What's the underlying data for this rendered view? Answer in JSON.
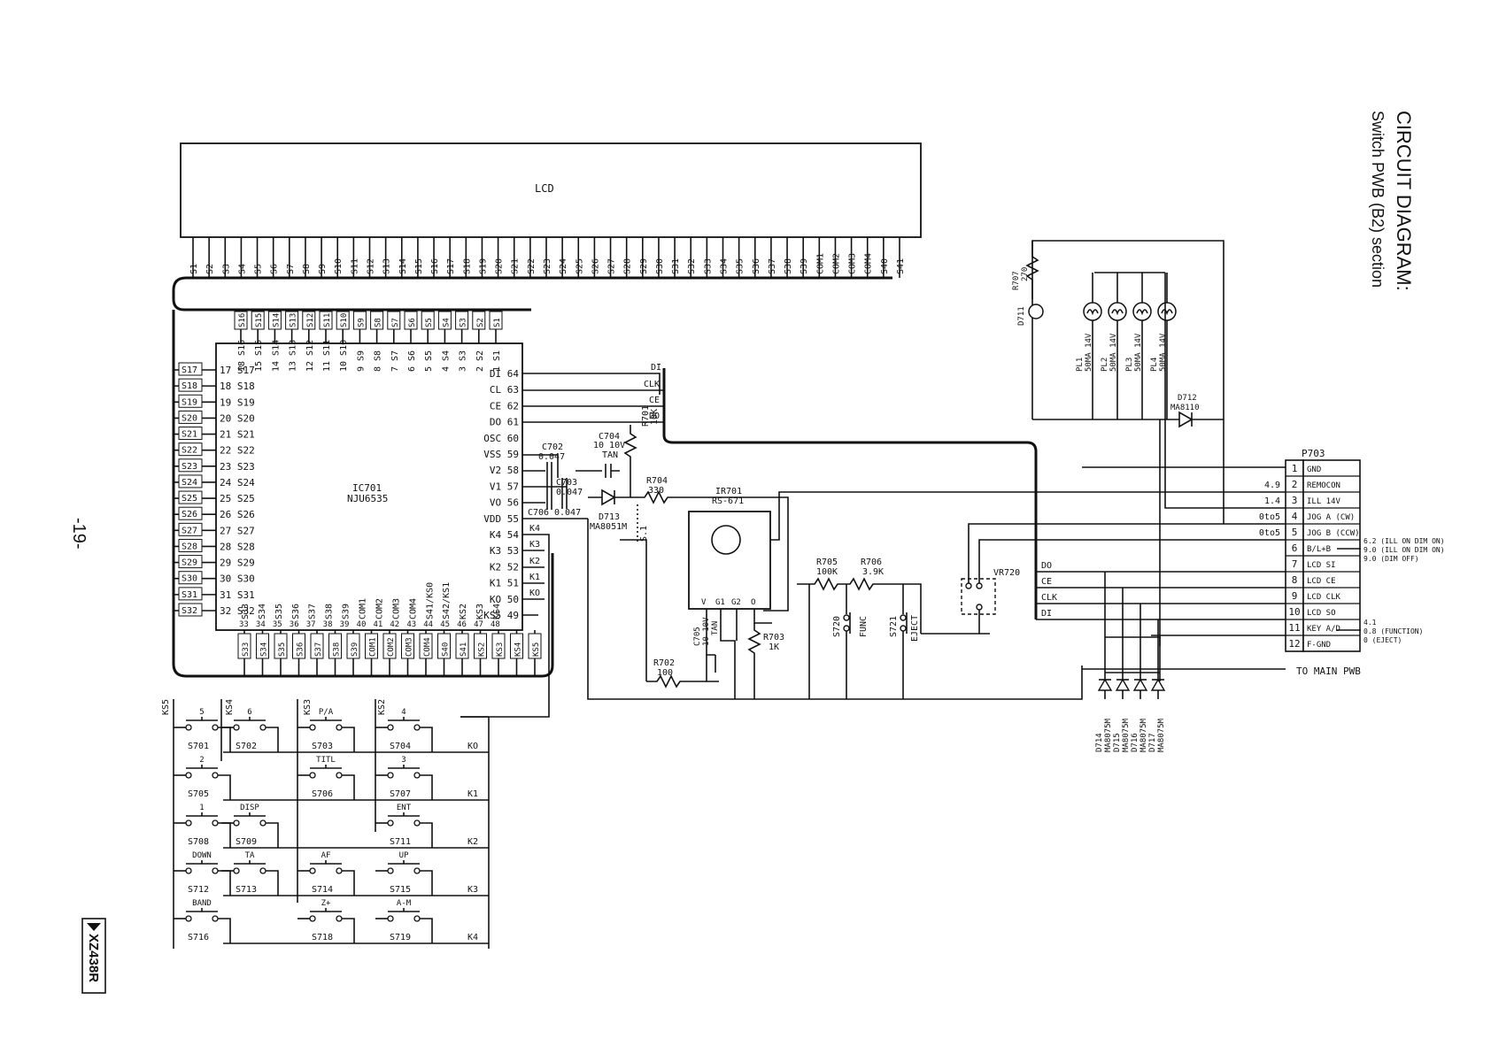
{
  "title": {
    "line1": "CIRCUIT DIAGRAM:",
    "line2": "Switch PWB (B2) section"
  },
  "page_number": "-19-",
  "model_code": "XZ438R",
  "lcd": {
    "label": "LCD",
    "pins": [
      "S1",
      "S2",
      "S3",
      "S4",
      "S5",
      "S6",
      "S7",
      "S8",
      "S9",
      "S10",
      "S11",
      "S12",
      "S13",
      "S14",
      "S15",
      "S16",
      "S17",
      "S18",
      "S19",
      "S20",
      "S21",
      "S22",
      "S23",
      "S24",
      "S25",
      "S26",
      "S27",
      "S28",
      "S29",
      "S30",
      "S31",
      "S32",
      "S33",
      "S34",
      "S35",
      "S36",
      "S37",
      "S38",
      "S39",
      "COM1",
      "COM2",
      "COM3",
      "COM4",
      "S40",
      "S41"
    ]
  },
  "ic": {
    "ref": "IC701",
    "part": "NJU6535",
    "top_pins": [
      {
        "n": "18",
        "s": "S16"
      },
      {
        "n": "15",
        "s": "S15"
      },
      {
        "n": "14",
        "s": "S14"
      },
      {
        "n": "13",
        "s": "S13"
      },
      {
        "n": "12",
        "s": "S12"
      },
      {
        "n": "11",
        "s": "S11"
      },
      {
        "n": "10",
        "s": "S10"
      },
      {
        "n": "9",
        "s": "S9"
      },
      {
        "n": "8",
        "s": "S8"
      },
      {
        "n": "7",
        "s": "S7"
      },
      {
        "n": "6",
        "s": "S6"
      },
      {
        "n": "5",
        "s": "S5"
      },
      {
        "n": "4",
        "s": "S4"
      },
      {
        "n": "3",
        "s": "S3"
      },
      {
        "n": "2",
        "s": "S2"
      },
      {
        "n": "1",
        "s": "S1"
      }
    ],
    "left_pins": [
      {
        "n": "17",
        "s": "S17"
      },
      {
        "n": "18",
        "s": "S18"
      },
      {
        "n": "19",
        "s": "S19"
      },
      {
        "n": "20",
        "s": "S20"
      },
      {
        "n": "21",
        "s": "S21"
      },
      {
        "n": "22",
        "s": "S22"
      },
      {
        "n": "23",
        "s": "S23"
      },
      {
        "n": "24",
        "s": "S24"
      },
      {
        "n": "25",
        "s": "S25"
      },
      {
        "n": "26",
        "s": "S26"
      },
      {
        "n": "27",
        "s": "S27"
      },
      {
        "n": "28",
        "s": "S28"
      },
      {
        "n": "29",
        "s": "S29"
      },
      {
        "n": "30",
        "s": "S30"
      },
      {
        "n": "31",
        "s": "S31"
      },
      {
        "n": "32",
        "s": "S32"
      }
    ],
    "bottom_pins": [
      {
        "n": "33",
        "s": "S33"
      },
      {
        "n": "34",
        "s": "S34"
      },
      {
        "n": "35",
        "s": "S35"
      },
      {
        "n": "36",
        "s": "S36"
      },
      {
        "n": "37",
        "s": "S37"
      },
      {
        "n": "38",
        "s": "S38"
      },
      {
        "n": "39",
        "s": "S39"
      },
      {
        "n": "40",
        "s": "COM1"
      },
      {
        "n": "41",
        "s": "COM2"
      },
      {
        "n": "42",
        "s": "COM3"
      },
      {
        "n": "43",
        "s": "COM4"
      },
      {
        "n": "44",
        "s": "S41/KS0"
      },
      {
        "n": "45",
        "s": "S42/KS1"
      },
      {
        "n": "46",
        "s": "KS2"
      },
      {
        "n": "47",
        "s": "KS3"
      },
      {
        "n": "48",
        "s": "KS4"
      }
    ],
    "right_pins": [
      {
        "s": "DI",
        "n": "64"
      },
      {
        "s": "CL",
        "n": "63"
      },
      {
        "s": "CE",
        "n": "62"
      },
      {
        "s": "DO",
        "n": "61"
      },
      {
        "s": "OSC",
        "n": "60"
      },
      {
        "s": "VSS",
        "n": "59"
      },
      {
        "s": "V2",
        "n": "58"
      },
      {
        "s": "V1",
        "n": "57"
      },
      {
        "s": "VO",
        "n": "56"
      },
      {
        "s": "VDD",
        "n": "55"
      },
      {
        "s": "K4",
        "n": "54"
      },
      {
        "s": "K3",
        "n": "53"
      },
      {
        "s": "K2",
        "n": "52"
      },
      {
        "s": "K1",
        "n": "51"
      },
      {
        "s": "KO",
        "n": "50"
      },
      {
        "s": "KS5",
        "n": "49"
      }
    ],
    "bottom_bus": [
      "S33",
      "S34",
      "S35",
      "S36",
      "S37",
      "S38",
      "S39",
      "COM1",
      "COM2",
      "COM3",
      "COM4",
      "S40",
      "S41",
      "KS2",
      "KS3",
      "KS4",
      "KS5"
    ]
  },
  "signals": {
    "di": "DI",
    "clk": "CLK",
    "ce": "CE",
    "do": "DO",
    "k4": "K4",
    "k3": "K3",
    "k2": "K2",
    "k1": "K1",
    "k0": "KO",
    "ks5": "KS5",
    "ks4": "KS4",
    "ks3": "KS3",
    "ks2": "KS2",
    "row0": "KO",
    "row1": "K1",
    "row2": "K2",
    "row3": "K3",
    "row4": "K4",
    "s1": "S.1"
  },
  "components": {
    "c702": {
      "ref": "C702",
      "val": "0.047"
    },
    "c703": {
      "ref": "C703",
      "val": "0.047"
    },
    "c706": {
      "ref": "C706",
      "val": "0.047"
    },
    "c704": {
      "ref": "C704",
      "val": "10 10V",
      "type": "TAN"
    },
    "c705": {
      "ref": "C705",
      "val": "10 10V",
      "type": "TAN"
    },
    "r701": {
      "ref": "R701",
      "val": "10K"
    },
    "r702": {
      "ref": "R702",
      "val": "100"
    },
    "r703": {
      "ref": "R703",
      "val": "1K"
    },
    "r704": {
      "ref": "R704",
      "val": "330"
    },
    "r705": {
      "ref": "R705",
      "val": "100K"
    },
    "r706": {
      "ref": "R706",
      "val": "3.9K"
    },
    "r707": {
      "ref": "R707",
      "val": "270"
    },
    "d711": {
      "ref": "D711"
    },
    "d712": {
      "ref": "D712",
      "val": "MA8110"
    },
    "d713": {
      "ref": "D713",
      "val": "MA8051M"
    },
    "ir701": {
      "ref": "IR701",
      "val": "RS-671",
      "pins": [
        "V",
        "G1",
        "G2",
        "O"
      ]
    },
    "s720": {
      "ref": "S720",
      "label": "FUNC"
    },
    "s721": {
      "ref": "S721",
      "label": "EJECT"
    },
    "vr720": {
      "ref": "VR720"
    },
    "lamps": [
      {
        "ref": "PL1",
        "val": "50MA 14V"
      },
      {
        "ref": "PL2",
        "val": "50MA 14V"
      },
      {
        "ref": "PL3",
        "val": "50MA 14V"
      },
      {
        "ref": "PL4",
        "val": "50MA 14V"
      }
    ],
    "diodes": [
      {
        "ref": "D714",
        "val": "MA8075M"
      },
      {
        "ref": "D715",
        "val": "MA8075M"
      },
      {
        "ref": "D716",
        "val": "MA8075M"
      },
      {
        "ref": "D717",
        "val": "MA8075M"
      }
    ]
  },
  "keys": [
    {
      "ref": "S701",
      "label": "5"
    },
    {
      "ref": "S702",
      "label": "6"
    },
    {
      "ref": "S703",
      "label": "P/A"
    },
    {
      "ref": "S704",
      "label": "4"
    },
    {
      "ref": "S705",
      "label": "2"
    },
    {
      "ref": "S706",
      "label": "TITL"
    },
    {
      "ref": "S707",
      "label": "3"
    },
    {
      "ref": "S708",
      "label": "1"
    },
    {
      "ref": "S709",
      "label": "DISP"
    },
    {
      "ref": "S711",
      "label": "ENT"
    },
    {
      "ref": "S712",
      "label": "DOWN"
    },
    {
      "ref": "S713",
      "label": "TA"
    },
    {
      "ref": "S714",
      "label": "AF"
    },
    {
      "ref": "S715",
      "label": "UP"
    },
    {
      "ref": "S716",
      "label": "BAND"
    },
    {
      "ref": "S718",
      "label": "Z+"
    },
    {
      "ref": "S719",
      "label": "A-M"
    }
  ],
  "connector": {
    "ref": "P703",
    "footer": "TO MAIN PWB",
    "pins": [
      {
        "n": "1",
        "name": "GND",
        "v": ""
      },
      {
        "n": "2",
        "name": "REMOCON",
        "v": "4.9"
      },
      {
        "n": "3",
        "name": "ILL 14V",
        "v": "1.4"
      },
      {
        "n": "4",
        "name": "JOG A (CW)",
        "v": "0to5"
      },
      {
        "n": "5",
        "name": "JOG B (CCW)",
        "v": "0to5"
      },
      {
        "n": "6",
        "name": "B/L+B",
        "v": ""
      },
      {
        "n": "7",
        "name": "LCD SI",
        "v": ""
      },
      {
        "n": "8",
        "name": "LCD CE",
        "v": ""
      },
      {
        "n": "9",
        "name": "LCD CLK",
        "v": ""
      },
      {
        "n": "10",
        "name": "LCD SO",
        "v": ""
      },
      {
        "n": "11",
        "name": "KEY A/D",
        "v": ""
      },
      {
        "n": "12",
        "name": "F-GND",
        "v": ""
      }
    ],
    "notes6": [
      "6.2 (ILL ON DIM ON)",
      "9.0 (ILL ON DIM ON)",
      "9.0 (DIM OFF)"
    ],
    "notes11": [
      "4.1",
      "0.8 (FUNCTION)",
      "0 (EJECT)"
    ]
  }
}
